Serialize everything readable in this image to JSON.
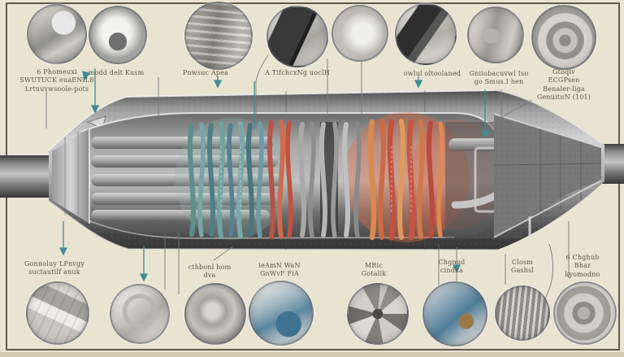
{
  "top_callouts": [
    {
      "label": "6 Phomeuxi\nSWUTUCK euaENIL8\nLrtuuvwsoole-pots"
    },
    {
      "label": "modd delt Kusm"
    },
    {
      "label": "Pnwsuc Apea"
    },
    {
      "label": "A TifchcxNg uoclH"
    },
    {
      "label": ""
    },
    {
      "label": "owlul oltoolaned"
    },
    {
      "label": "Gniiobacuvwl Iso\ngo Smus.I hen"
    },
    {
      "label": "Gtoqiv\nECGPsen\nBenaler-liga\nGenuituN (101)"
    }
  ],
  "bottom_callouts": [
    {
      "label": "Gonnoluy LPnvgy\nsuctautilf anuk"
    },
    {
      "label": ""
    },
    {
      "label": "cthbonl hom\ndva"
    },
    {
      "label": "ieAmN WaN\nGnWvF FiA"
    },
    {
      "label": "MRic\nGotalik"
    },
    {
      "label": "Chgnud\ncindka"
    },
    {
      "label": "Closm\nGashsl"
    },
    {
      "label": "6 Chghub\nBhar kyomodno"
    }
  ],
  "colors": {
    "background": "#e9e3d2",
    "frame": "#48423a",
    "fin_teal": "#6fa3a2",
    "fin_red": "#c2513f",
    "fin_orange": "#d98a4e",
    "arrow_teal": "#3f8c92",
    "metal_dark": "#3c3c3c",
    "metal_light": "#cfcfcf",
    "label_text": "#5b5344"
  }
}
